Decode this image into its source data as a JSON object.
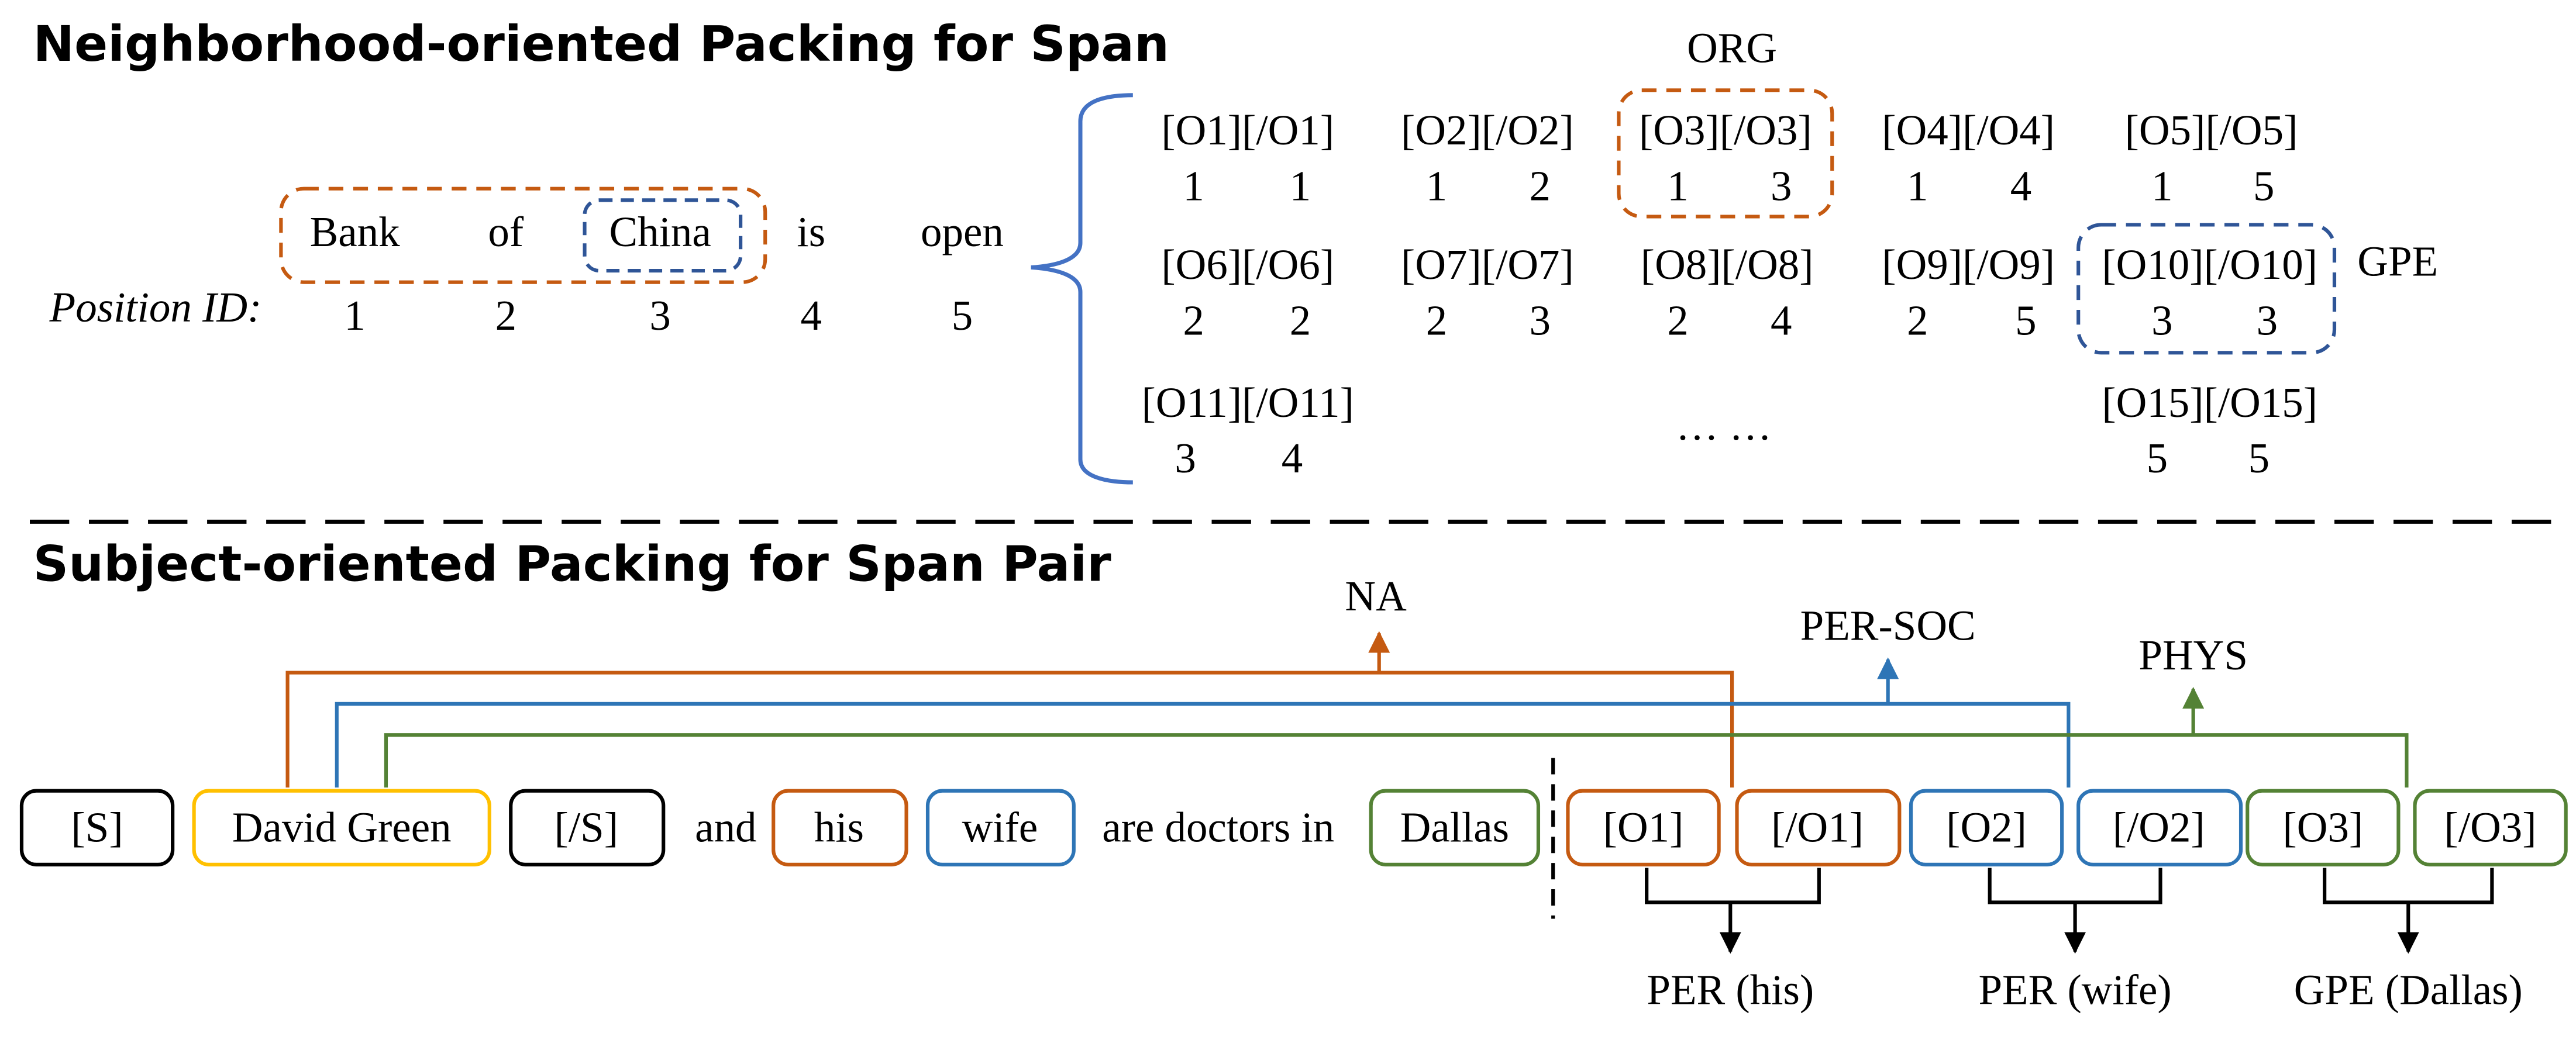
{
  "section1": {
    "title": "Neighborhood-oriented Packing for Span",
    "sentence": [
      "Bank",
      "of",
      "China",
      "is",
      "open"
    ],
    "position_label": "Position ID:",
    "position_ids": [
      "1",
      "2",
      "3",
      "4",
      "5"
    ],
    "markers": [
      {
        "label": "[O1][/O1]",
        "ids": [
          "1",
          "1"
        ]
      },
      {
        "label": "[O2][/O2]",
        "ids": [
          "1",
          "2"
        ]
      },
      {
        "label": "[O3][/O3]",
        "ids": [
          "1",
          "3"
        ]
      },
      {
        "label": "[O4][/O4]",
        "ids": [
          "1",
          "4"
        ]
      },
      {
        "label": "[O5][/O5]",
        "ids": [
          "1",
          "5"
        ]
      },
      {
        "label": "[O6][/O6]",
        "ids": [
          "2",
          "2"
        ]
      },
      {
        "label": "[O7][/O7]",
        "ids": [
          "2",
          "3"
        ]
      },
      {
        "label": "[O8][/O8]",
        "ids": [
          "2",
          "4"
        ]
      },
      {
        "label": "[O9][/O9]",
        "ids": [
          "2",
          "5"
        ]
      },
      {
        "label": "[O10][/O10]",
        "ids": [
          "3",
          "3"
        ]
      },
      {
        "label": "[O11][/O11]",
        "ids": [
          "3",
          "4"
        ]
      },
      {
        "label": "[O15][/O15]",
        "ids": [
          "5",
          "5"
        ]
      }
    ],
    "ellipsis": "… …",
    "org_label": "ORG",
    "gpe_label": "GPE"
  },
  "section2": {
    "title": "Subject-oriented Packing for Span Pair",
    "tokens": {
      "s_open": "[S]",
      "subject": "David Green",
      "s_close": "[/S]",
      "and": "and",
      "his": "his",
      "wife": "wife",
      "middle": "are doctors in",
      "dallas": "Dallas",
      "o1": "[O1]",
      "o1c": "[/O1]",
      "o2": "[O2]",
      "o2c": "[/O2]",
      "o3": "[O3]",
      "o3c": "[/O3]"
    },
    "relations": {
      "na": "NA",
      "per_soc": "PER-SOC",
      "phys": "PHYS"
    },
    "entity_types": {
      "per_his": "PER (his)",
      "per_wife": "PER (wife)",
      "gpe_dallas": "GPE (Dallas)"
    }
  },
  "colors": {
    "orange": "#C55A11",
    "blue": "#2E75B6",
    "dark_blue": "#2F5597",
    "green": "#548235",
    "yellow": "#FFC000",
    "black": "#000000"
  }
}
